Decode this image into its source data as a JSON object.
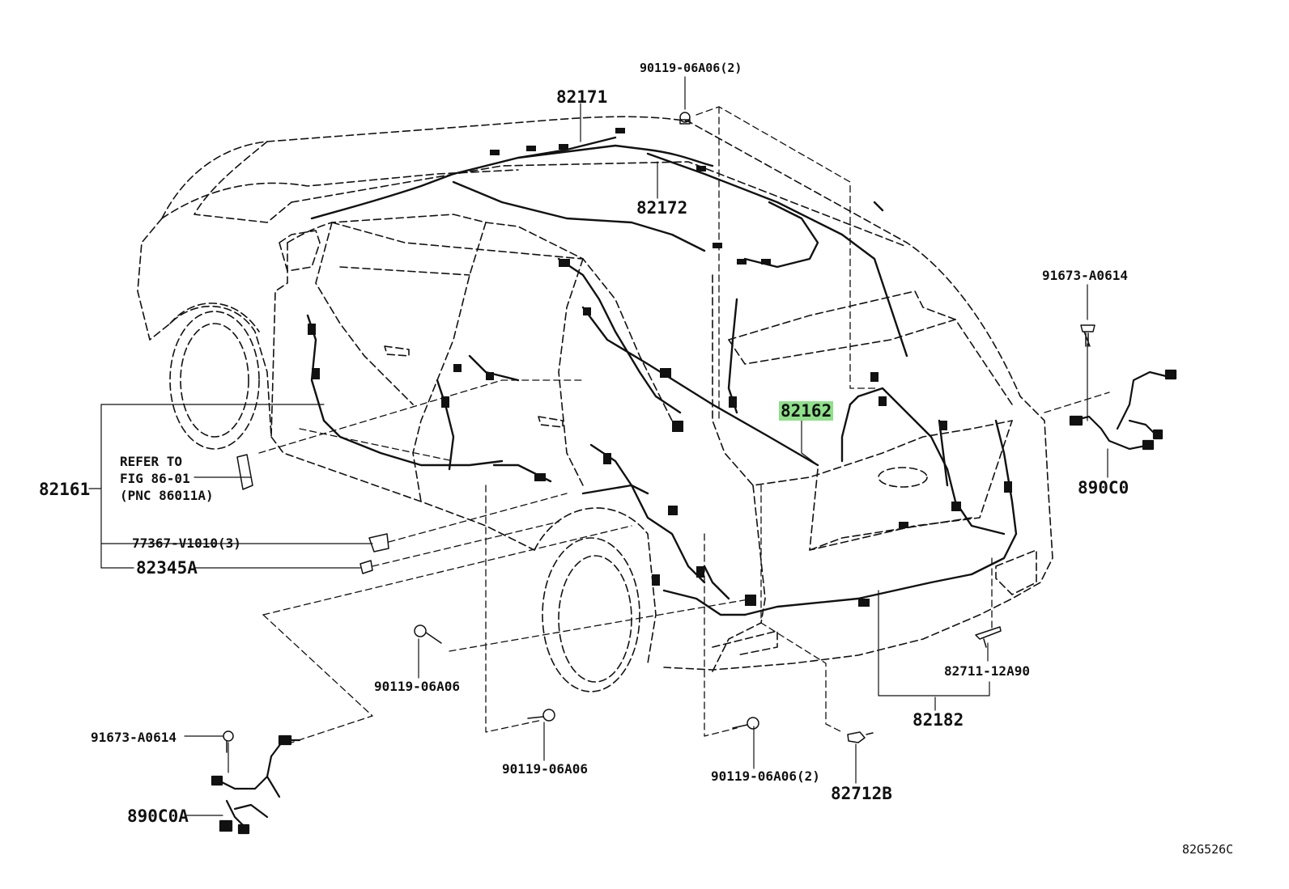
{
  "labels": {
    "p9011906A06_2_top": "90119-06A06(2)",
    "p82171": "82171",
    "p82172": "82172",
    "p91673A0614_right": "91673-A0614",
    "p82162": "82162",
    "p890C0": "890C0",
    "refer1": "REFER TO",
    "refer2": "FIG 86-01",
    "refer3": "(PNC 86011A)",
    "p82161": "82161",
    "p77367": "77367-V1010(3)",
    "p82345A": "82345A",
    "p9011906A06_a": "90119-06A06",
    "p9011906A06_b": "90119-06A06",
    "p9011906A06_2_bottom": "90119-06A06(2)",
    "p82712B": "82712B",
    "p82711": "82711-12A90",
    "p82182": "82182",
    "p91673A0614_left": "91673-A0614",
    "p890C0A": "890C0A",
    "diagram_id": "82G526C"
  },
  "highlight_color": "#8fe08a"
}
